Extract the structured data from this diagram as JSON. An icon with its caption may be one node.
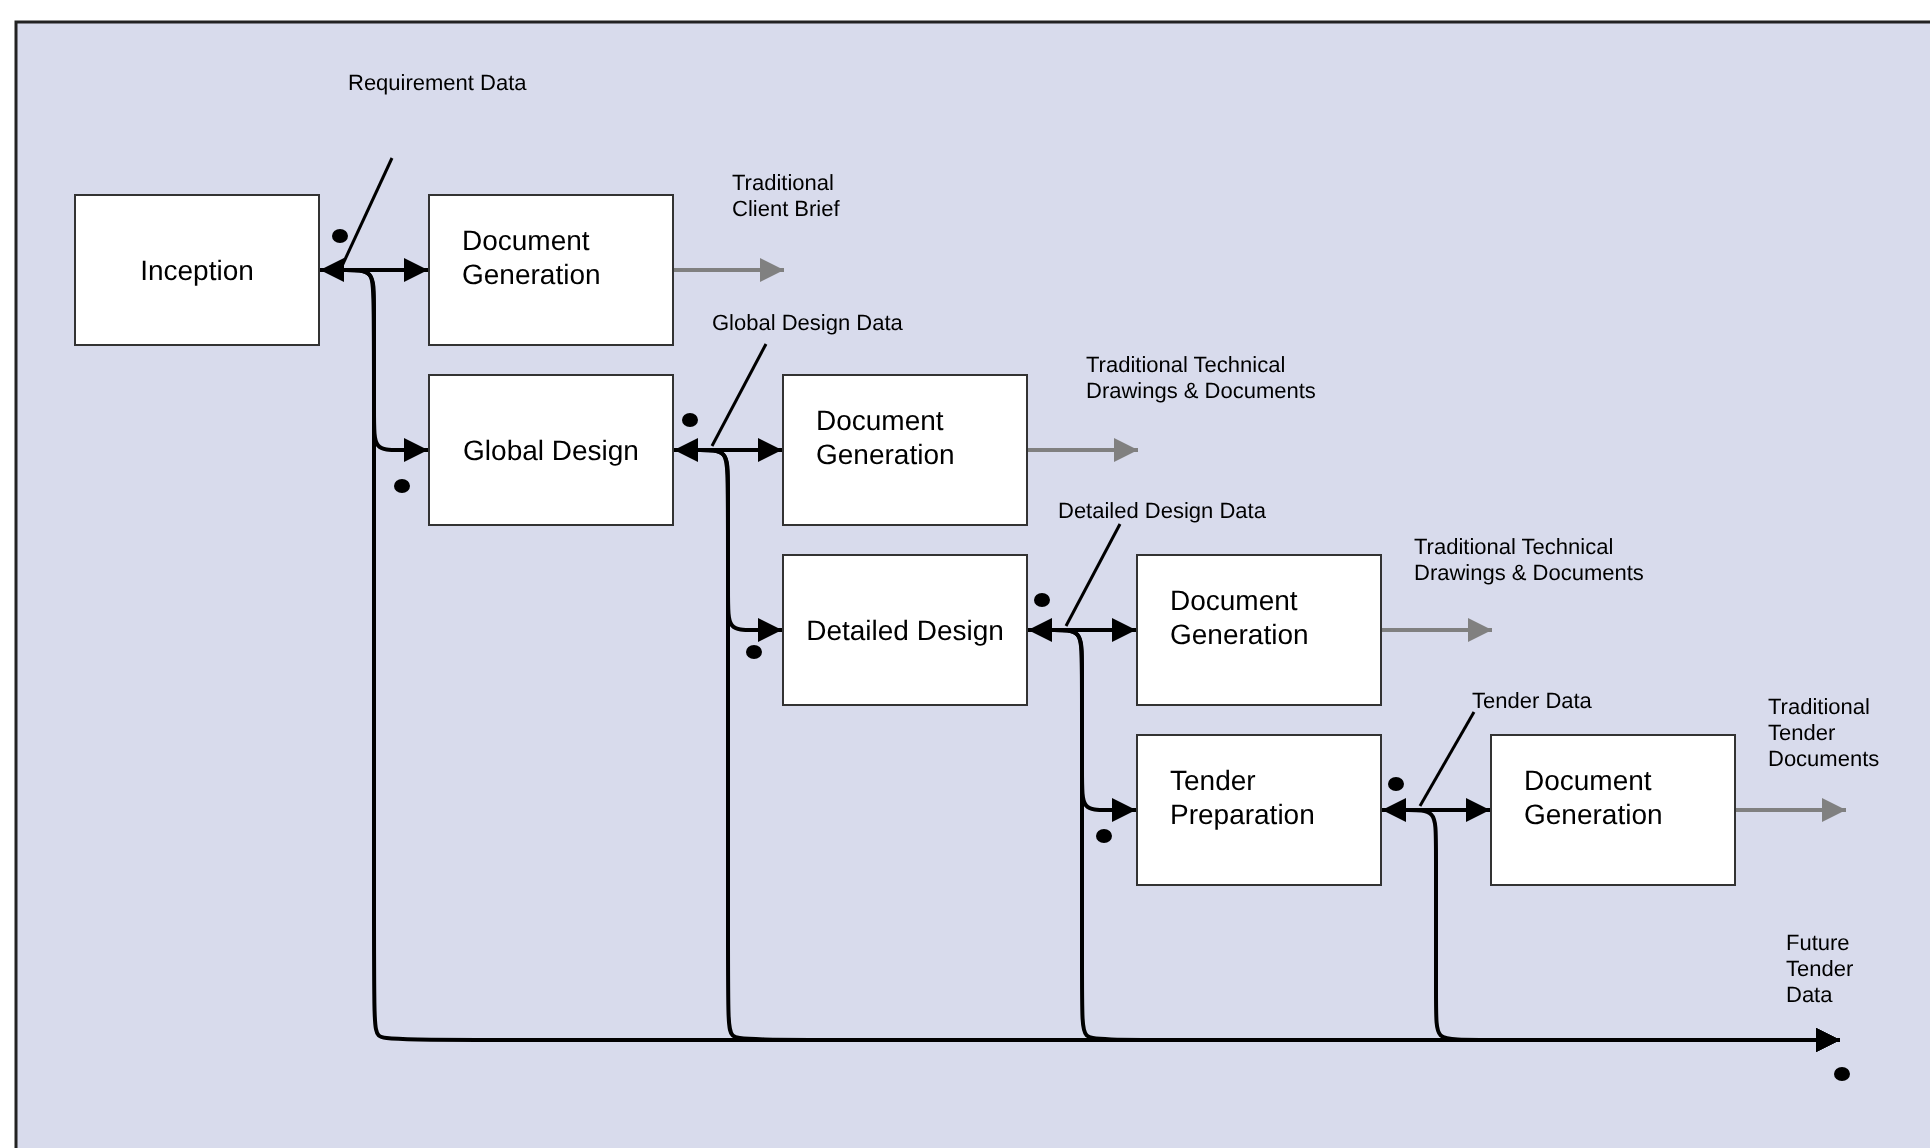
{
  "diagram": {
    "nodes": [
      {
        "text": [
          "Inception"
        ]
      },
      {
        "text": [
          "Document Generation"
        ]
      },
      {
        "text": [
          "Global Design"
        ]
      },
      {
        "text": [
          "Document Generation"
        ]
      },
      {
        "text": [
          "Detailed Design"
        ]
      },
      {
        "text": [
          "Document Generation"
        ]
      },
      {
        "text": [
          "Tender Preparation"
        ]
      },
      {
        "text": [
          "Document Generation"
        ]
      }
    ],
    "edges": [
      {
        "from": 0,
        "to": 1,
        "arrow": "both"
      },
      {
        "from": 0,
        "to": 2,
        "arrow": "to"
      },
      {
        "from": 0,
        "to": null,
        "arrow": "to"
      },
      {
        "from": 2,
        "to": 3,
        "arrow": "both"
      },
      {
        "from": 2,
        "to": 4,
        "arrow": "to"
      },
      {
        "from": 2,
        "to": null,
        "arrow": "to"
      },
      {
        "from": 4,
        "to": 5,
        "arrow": "both"
      },
      {
        "from": 4,
        "to": 6,
        "arrow": "to"
      },
      {
        "from": 4,
        "to": null,
        "arrow": "to"
      },
      {
        "from": 6,
        "to": 7,
        "arrow": "both"
      },
      {
        "from": 6,
        "to": null,
        "arrow": "to"
      },
      {
        "from": 1,
        "to": null,
        "arrow": "to",
        "label": "Traditional Client Brief",
        "color": "#808080"
      },
      {
        "from": 3,
        "to": null,
        "arrow": "to",
        "label": "Traditional Technical Drawings & Documents",
        "color": "#808080"
      },
      {
        "from": 5,
        "to": null,
        "arrow": "to",
        "label": "Traditional Technical Drawings & Documents",
        "color": "#808080"
      },
      {
        "from": 7,
        "to": null,
        "arrow": "to",
        "label": "Traditional Tender Documents",
        "color": "#808080"
      }
    ],
    "labels": [
      "Requirement Data",
      "Global Design Data",
      "Detailed Design Data",
      "Tender Data",
      "Future Tender Data"
    ]
  }
}
